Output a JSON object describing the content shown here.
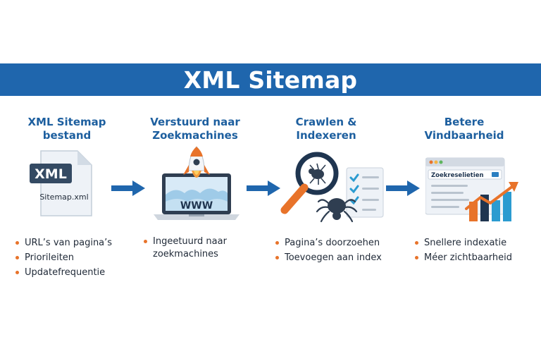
{
  "title": "XML Sitemap",
  "steps": [
    {
      "title_line1": "XML Sitemap",
      "title_line2": "bestand",
      "file_badge": "XML",
      "file_name": "Sitemap.xml",
      "bullets": [
        "URL’s van pagina’s",
        "Priorileiten",
        "Updatefrequentie"
      ]
    },
    {
      "title_line1": "Verstuurd naar",
      "title_line2": "Zoekmachines",
      "screen_text": "WWW",
      "bullet_line1": "Ingeetuurd naar",
      "bullet_line2": "zoekmachines"
    },
    {
      "title_line1": "Crawlen &",
      "title_line2": "Indexeren",
      "bullets": [
        "Pagina’s doorzoehen",
        "Toevoegen aan index"
      ]
    },
    {
      "title_line1": "Betere Vindbaarheid",
      "search_label": "Zoekreselietien",
      "bullets": [
        "Snellere indexatie",
        "Méer zichtbaarheid"
      ]
    }
  ],
  "colors": {
    "banner": "#1f66ad",
    "title_blue": "#1d5f9f",
    "arrow_blue": "#1f66ad",
    "accent_orange": "#e8732a",
    "dark_navy": "#1f3550",
    "teal": "#2b9bd0"
  },
  "icons": [
    "xml-file-icon",
    "rocket-laptop-icon",
    "magnifier-spider-icon",
    "search-results-chart-icon",
    "right-arrow-icon"
  ]
}
